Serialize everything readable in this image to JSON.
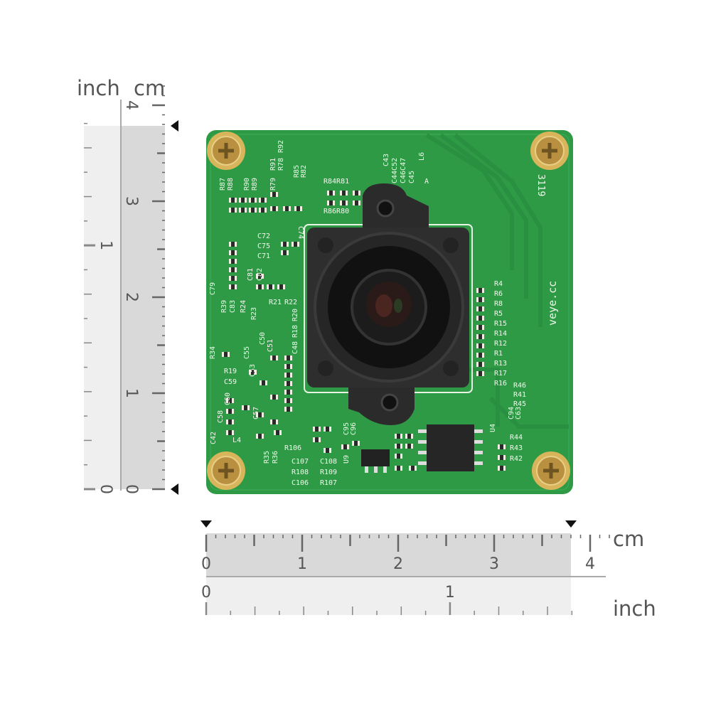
{
  "vertical_ruler": {
    "inch_label": "inch",
    "cm_label": "cm",
    "cm_numbers": [
      "0",
      "1",
      "2",
      "3",
      "4"
    ],
    "inch_numbers": [
      "0",
      "1"
    ]
  },
  "horizontal_ruler": {
    "cm_label": "cm",
    "inch_label": "inch",
    "cm_numbers": [
      "0",
      "1",
      "2",
      "3",
      "4"
    ],
    "inch_numbers": [
      "0",
      "1"
    ]
  },
  "board": {
    "brand": "veye.cc",
    "code": "3119",
    "colors": {
      "pcb": "#2f9a45",
      "mount": "#2b2b2b",
      "screw": "#c9a24a"
    },
    "silkscreen": [
      "R87",
      "R88",
      "R90",
      "R89",
      "R91",
      "R92",
      "R79",
      "R78",
      "R85",
      "R82",
      "R84R81",
      "R86R80",
      "C43",
      "C44C52",
      "C46C47",
      "C45",
      "L6",
      "A",
      "C72",
      "C75",
      "C71",
      "C74",
      "C81",
      "C82",
      "C79",
      "R39",
      "C83",
      "R24",
      "R23",
      "R21",
      "R22",
      "R20",
      "R18",
      "C48",
      "C55",
      "C50",
      "C51",
      "C53",
      "R34",
      "R19",
      "C59",
      "C42",
      "C58",
      "C60",
      "C57",
      "L4",
      "R35",
      "R36",
      "R106",
      "C107",
      "C108",
      "R108",
      "R109",
      "C106",
      "R107",
      "U9",
      "C95",
      "C96",
      "R4",
      "R6",
      "R8",
      "R5",
      "R15",
      "R14",
      "R12",
      "R1",
      "R13",
      "R17",
      "R16",
      "R46",
      "R41",
      "R45",
      "C94",
      "C63",
      "U4",
      "R44",
      "R43",
      "R42"
    ]
  }
}
